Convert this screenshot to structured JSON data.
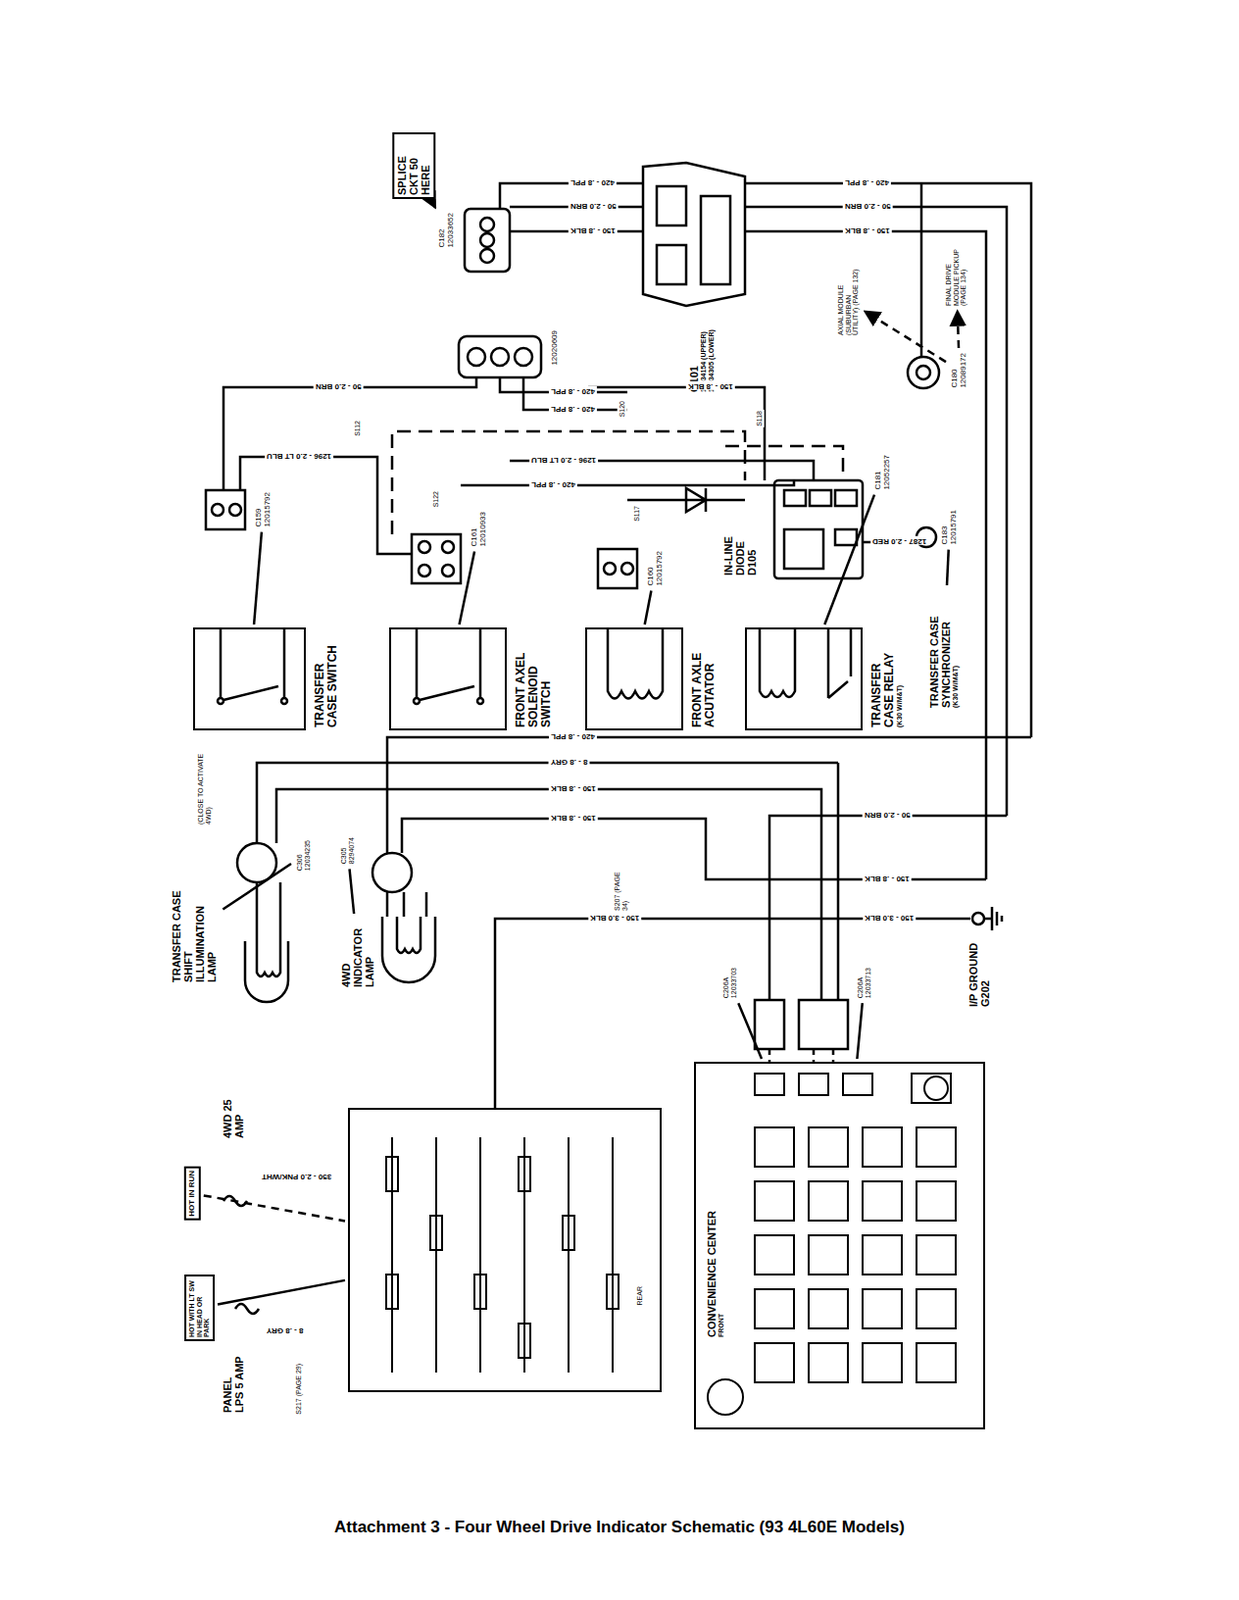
{
  "diagram": {
    "caption": "Attachment 3 - Four Wheel Drive Indicator Schematic (93 4L60E Models)",
    "nodes": [
      {
        "text": [
          "SPLICE CKT 50 HERE"
        ]
      },
      {
        "text": [
          "G101",
          "12034154 (UPPER) 12034305 (LOWER)"
        ]
      },
      {
        "text": [
          "C182",
          "12033652"
        ]
      },
      {
        "text": [
          "12020609"
        ]
      },
      {
        "text": [
          "C159",
          "12015792"
        ]
      },
      {
        "text": [
          "C161",
          "12010933"
        ]
      },
      {
        "text": [
          "C160",
          "12015792"
        ]
      },
      {
        "text": [
          "IN-LINE DIODE D105"
        ]
      },
      {
        "text": [
          "C181",
          "12052257"
        ]
      },
      {
        "text": [
          "C183",
          "12015791"
        ]
      },
      {
        "text": [
          "C180",
          "12089172"
        ]
      },
      {
        "text": [
          "TRANSFER CASE SWITCH"
        ]
      },
      {
        "text": [
          "FRONT AXEL SOLENOID SWITCH"
        ]
      },
      {
        "text": [
          "FRONT AXLE ACUTATOR"
        ]
      },
      {
        "text": [
          "TRANSFER CASE RELAY",
          "(K30 W/M&T)"
        ]
      },
      {
        "text": [
          "TRANSFER CASE SYNCHRONIZER",
          "(K30 W/M&T)"
        ]
      },
      {
        "text": [
          "C306",
          "12034235"
        ]
      },
      {
        "text": [
          "C305",
          "8294074"
        ]
      },
      {
        "text": [
          "TRANSFER CASE SHIFT ILLUMINATION LAMP"
        ]
      },
      {
        "text": [
          "4WD INDICATOR LAMP"
        ]
      },
      {
        "text": [
          "C206A",
          "12033703"
        ]
      },
      {
        "text": [
          "C206A",
          "12033713"
        ]
      },
      {
        "text": [
          "I/P GROUND G202"
        ]
      },
      {
        "text": [
          "HOT IN RUN"
        ]
      },
      {
        "text": [
          "HOT WITH LT SW IN HEAD OR PARK"
        ]
      },
      {
        "text": [
          "REAR"
        ]
      },
      {
        "text": [
          "CONVENIENCE CENTER",
          "FRONT"
        ]
      },
      {
        "text": [
          "FINAL DRIVE MODULE PICKUP (PAGE 134)"
        ]
      },
      {
        "text": [
          "AXIAL MODULE (SUBURBAN UTILITY) (PAGE 132)"
        ]
      }
    ],
    "edges": [
      {
        "from": 0,
        "to": 2,
        "arrow": "to"
      },
      {
        "from": 4,
        "to": 11,
        "arrow": "none"
      },
      {
        "from": 5,
        "to": 12,
        "arrow": "none"
      },
      {
        "from": 6,
        "to": 13,
        "arrow": "none"
      },
      {
        "from": 8,
        "to": 14,
        "arrow": "none"
      },
      {
        "from": 9,
        "to": 15,
        "arrow": "none"
      },
      {
        "from": 16,
        "to": 18,
        "arrow": "none"
      },
      {
        "from": 17,
        "to": 19,
        "arrow": "none"
      },
      {
        "from": 23,
        "to": 25,
        "arrow": "none"
      },
      {
        "from": 24,
        "to": 25,
        "arrow": "none"
      },
      {
        "from": 20,
        "to": 26,
        "arrow": "none"
      },
      {
        "from": 21,
        "to": 26,
        "arrow": "none"
      },
      {
        "from": 10,
        "to": 27,
        "arrow": "to"
      },
      {
        "from": 10,
        "to": 28,
        "arrow": "to"
      }
    ],
    "labels": [
      "420 - .8 PPL",
      "50 - 2.0 BRN",
      "150 - .8 BLK",
      "420 - .8 PPL",
      "50 - 2.0 BRN",
      "150 - .8 BLK",
      "50 - 2.0 BRN",
      "420 - .8 PPL",
      "420 - .8 PPL",
      "150 - .8 BLK",
      "1296 - 2.0 LT BLU",
      "1296 - 2.0 LT BLU",
      "420 - .8 PPL",
      "S120",
      "S112",
      "S122",
      "S117",
      "S118",
      "1287 - 2.0 RED",
      "(CLOSE TO ACTIVATE 4WD)",
      "420 - .8 PPL",
      "8 - .8 GRY",
      "150 - .8 BLK",
      "150 - .8 BLK",
      "50 - 2.0 BRN",
      "150 - .8 BLK",
      "150 - 3.0 BLK",
      "150 - 3.0 BLK",
      "S207 (PAGE 34)",
      "4WD 25 AMP",
      "PANEL LPS 5 AMP",
      "350 - 2.0 PNK/WHT",
      "8 - .8 GRY",
      "S217 (PAGE 29)"
    ]
  }
}
